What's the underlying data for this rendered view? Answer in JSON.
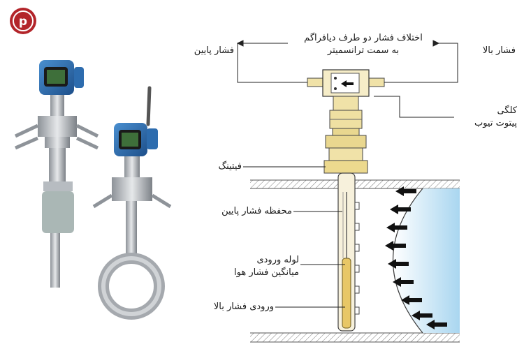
{
  "labels": {
    "differential": [
      "اختلاف فشار دو طرف دیافراگم",
      "به سمت ترانسمیتر"
    ],
    "low_pressure_top": "فشار پایین",
    "high_pressure_top": "فشار بالا",
    "head": [
      "کلگی",
      "پیتوت تیوب"
    ],
    "fitting": "فیتینگ",
    "low_pressure_chamber": "محفظه فشار پایین",
    "averaging_tube": [
      "لوله ورودی",
      "میانگین فشار هوا"
    ],
    "high_pressure_inlet": "ورودی فشار بالا"
  },
  "logo": {
    "letter": "p",
    "color": "#b3252a"
  },
  "colors": {
    "flow": "#bfe0f3",
    "tube": "#e8c766",
    "brass": "#f0e2a8",
    "transmitter": "#2f6fb3"
  }
}
